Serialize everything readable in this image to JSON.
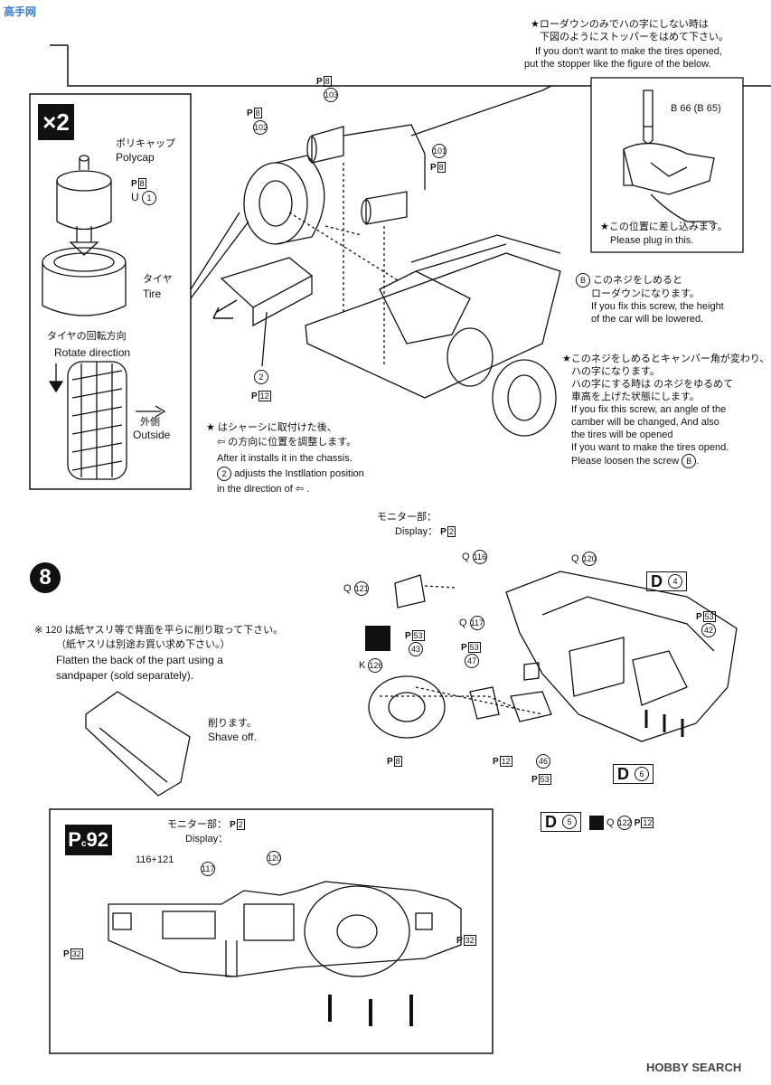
{
  "watermark": {
    "top": "高手网",
    "bottom": "HOBBY SEARCH"
  },
  "step7": {
    "multiplier": "×2",
    "polycap_jp": "ポリキャップ",
    "polycap_en": "Polycap",
    "tire_jp": "タイヤ",
    "tire_en": "Tire",
    "rotate_jp": "タイヤの回転方向",
    "rotate_en": "Rotate direction",
    "outside_jp": "外側",
    "outside_en": "Outside",
    "stopper_note_jp1": "★ローダウンのみでハの字にしない時は",
    "stopper_note_jp2": "下図のようにストッパーをはめて下さい。",
    "stopper_note_en1": "If you don't want to make the tires opened,",
    "stopper_note_en2": "put the stopper like the figure of the below.",
    "plug_jp": "★この位置に差し込みます。",
    "plug_en": "Please plug in this.",
    "b_parts": "B 66 (B 65)",
    "screw_note_jp1": "このネジをしめると",
    "screw_note_jp2": "ローダウンになります。",
    "screw_note_en1": "If you fix this screw, the height",
    "screw_note_en2": "of the car will be lowered.",
    "camber_jp1": "★このネジをしめるとキャンバー角が変わり、",
    "camber_jp2": "ハの字になります。",
    "camber_jp3": "ハの字にする時は  のネジをゆるめて",
    "camber_jp4": "車高を上げた状態にします。",
    "camber_en1": "If you fix this screw, an angle of the",
    "camber_en2": "camber will be changed, And also",
    "camber_en3": "the tires will be opened",
    "camber_en4": "If you want to make the tires opend.",
    "camber_en5": "Please loosen the screw",
    "chassis_jp1": "★   はシャーシに取付けた後、",
    "chassis_jp2": "の方向に位置を調整します。",
    "chassis_en1": "After it installs it in the chassis.",
    "chassis_en2": "adjusts the Instllation position",
    "chassis_en3": "in the direction of",
    "parts": {
      "p102": "102",
      "p103": "103",
      "p101": "101",
      "p2": "2",
      "u1": "1",
      "ph8": "8",
      "ph12": "12",
      "b": "B",
      "u": "U"
    }
  },
  "step8": {
    "number": "8",
    "display_jp": "モニター部：",
    "display_en": "Display：",
    "flatten_jp1": "※ 120 は紙ヤスリ等で背面を平らに削り取って下さい。",
    "flatten_jp2": "（紙ヤスリは別途お買い求め下さい。）",
    "flatten_en1": "Flatten the back of the part using a",
    "flatten_en2": "sandpaper (sold separately).",
    "shave_jp": "削ります。",
    "shave_en": "Shave off.",
    "labels": {
      "q121": "121",
      "q116": "116",
      "q120": "120",
      "q117": "117",
      "q122": "122",
      "k126": "126",
      "p43": "43",
      "p47": "47",
      "p46": "46",
      "p42": "42",
      "d4": "4",
      "d5": "5",
      "d6": "6",
      "ph53": "53",
      "ph2": "2",
      "ph8": "8",
      "ph12": "12"
    },
    "pc_label": "92",
    "inset_116_121": "116+121",
    "inset_117": "117",
    "inset_120": "120",
    "inset_ph32": "32"
  }
}
